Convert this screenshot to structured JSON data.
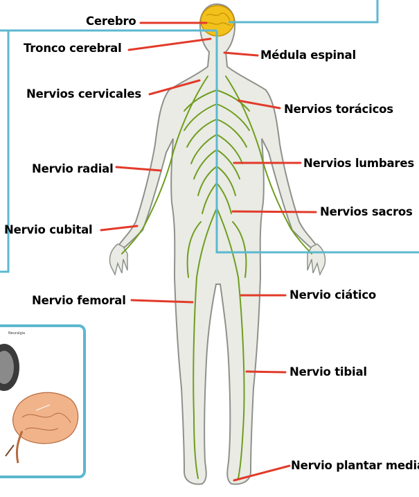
{
  "labels": {
    "brain": "Cerebro",
    "brainstem": "Tronco cerebral",
    "spinal_cord": "Médula espinal",
    "cervical": "Nervios cervicales",
    "thoracic": "Nervios torácicos",
    "radial": "Nervio radial",
    "lumbar": "Nervios lumbares",
    "ulnar": "Nervio cubital",
    "sacral": "Nervios sacros",
    "femoral": "Nervio femoral",
    "sciatic": "Nervio ciático",
    "tibial": "Nervio tibial",
    "plantar": "Nervio plantar medial"
  },
  "inset": {
    "title": "Neuralgia"
  },
  "colors": {
    "frame": "#5cb8d0",
    "pointer": "#e23a2a",
    "nerve": "#6f9d1e",
    "brain": "#f2c11c",
    "body_fill": "#e9ebe4",
    "body_stroke": "#8e918b"
  }
}
